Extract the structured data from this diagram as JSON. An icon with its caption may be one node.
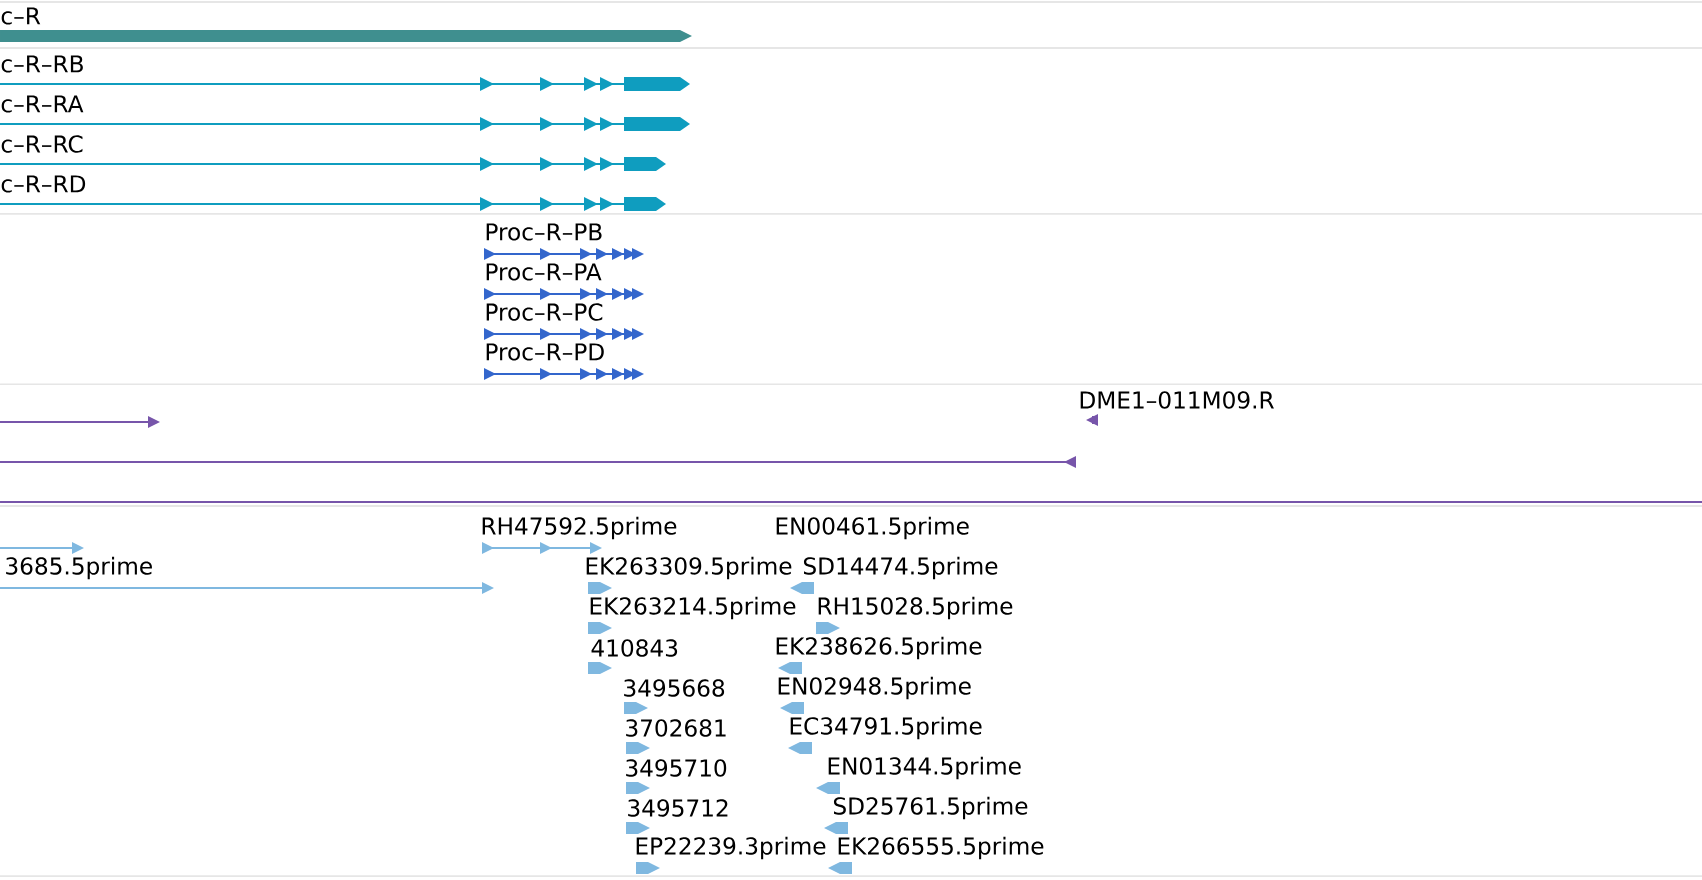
{
  "diagram": {
    "labels": [
      "c–R",
      "c–R–RB",
      "c–R–RA",
      "c–R–RC",
      "c–R–RD",
      "Proc–R–PB",
      "Proc–R–PA",
      "Proc–R–PC",
      "Proc–R–PD",
      "DME1–011M09.R",
      "RH47592.5prime",
      "EN00461.5prime",
      "3685.5prime",
      "EK263309.5prime",
      "SD14474.5prime",
      "EK263214.5prime",
      "RH15028.5prime",
      "410843",
      "EK238626.5prime",
      "3495668",
      "EN02948.5prime",
      "3702681",
      "EC34791.5prime",
      "3495710",
      "EN01344.5prime",
      "3495712",
      "SD25761.5prime",
      "EP22239.3prime",
      "EK266555.5prime"
    ]
  }
}
